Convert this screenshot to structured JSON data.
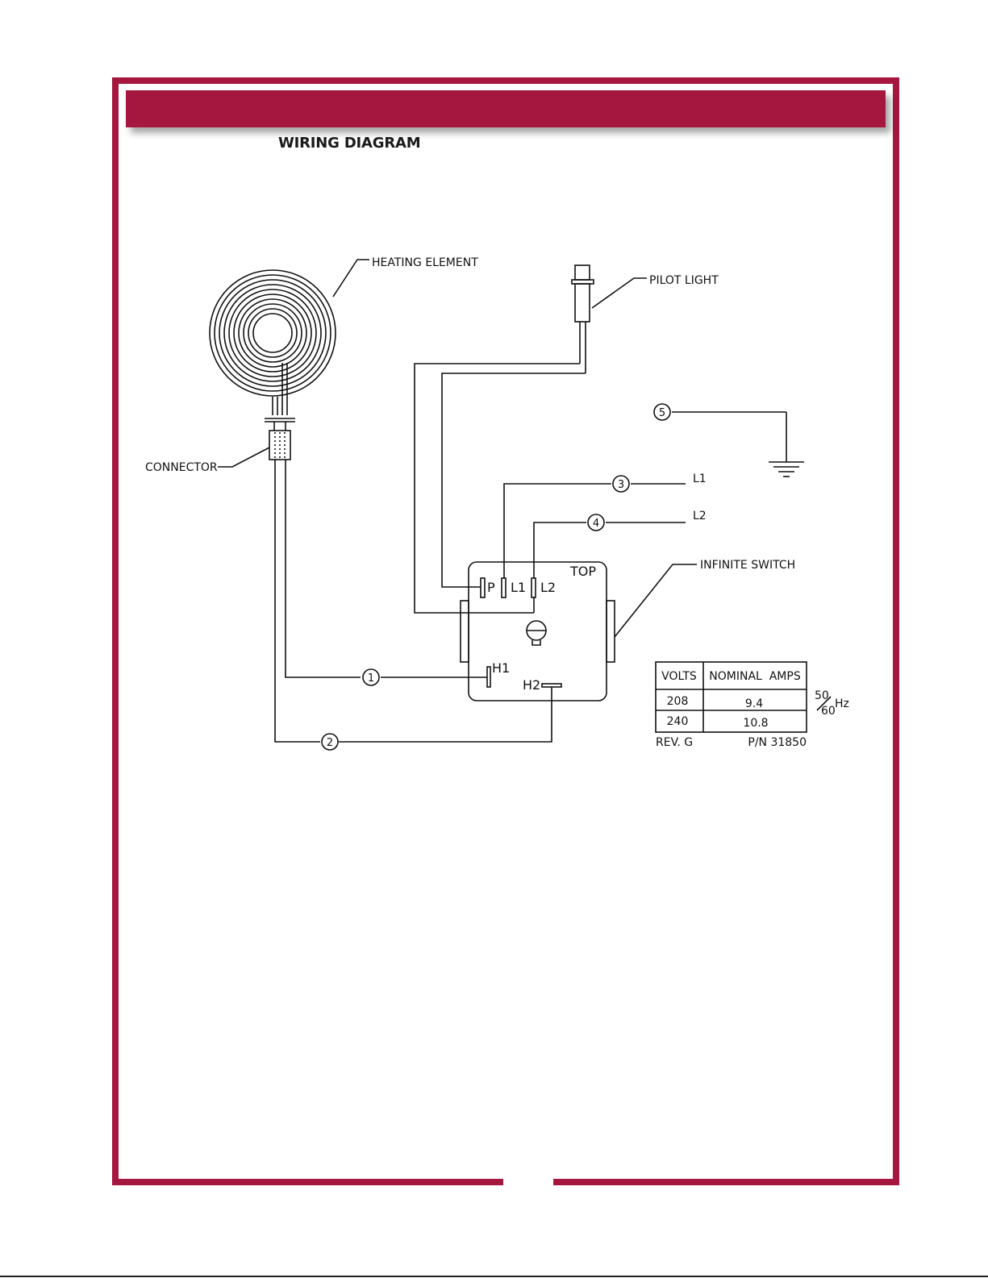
{
  "header": {
    "section_title": "WIRING DIAGRAM"
  },
  "labels": {
    "heating_element": "HEATING ELEMENT",
    "pilot_light": "PILOT LIGHT",
    "connector": "CONNECTOR",
    "infinite_switch": "INFINITE SWITCH",
    "top": "TOP",
    "line_l1": "L1",
    "line_l2": "L2"
  },
  "switch_terminals": {
    "p": "P",
    "l1": "L1",
    "l2": "L2",
    "h1": "H1",
    "h2": "H2"
  },
  "wire_numbers": [
    "1",
    "2",
    "3",
    "4",
    "5"
  ],
  "rating_table": {
    "headers": [
      "VOLTS",
      "NOMINAL  AMPS"
    ],
    "rows": [
      {
        "volts": "208",
        "amps": "9.4"
      },
      {
        "volts": "240",
        "amps": "10.8"
      }
    ],
    "freq_top": "50",
    "freq_bottom": "60",
    "freq_unit": "Hz",
    "revision": "REV. G",
    "part_number": "P/N 31850"
  },
  "colors": {
    "brand": "#a5173f",
    "line": "#111111"
  }
}
